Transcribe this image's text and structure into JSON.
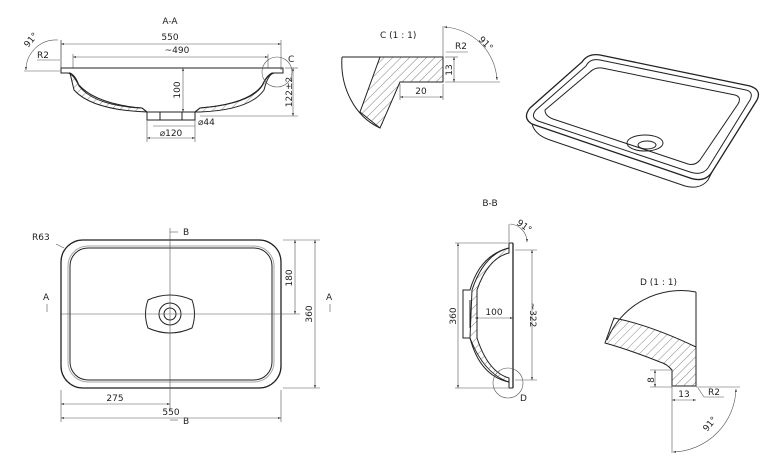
{
  "section_aa": {
    "title": "A-A",
    "dim_width": "550",
    "dim_inner_width": "~490",
    "dim_depth": "100",
    "dim_height": "122±2",
    "dim_drain_inner": "⌀44",
    "dim_drain_outer": "⌀120",
    "radius": "R2",
    "angle": "91°",
    "detail_marker": "C"
  },
  "detail_c": {
    "title": "C  (1 : 1)",
    "radius": "R2",
    "angle": "91°",
    "dim_height": "13",
    "dim_width": "20"
  },
  "plan_view": {
    "radius": "R63",
    "section_b": "B",
    "section_a": "A",
    "dim_half_depth": "180",
    "dim_depth": "360",
    "dim_half_width": "275",
    "dim_width": "550"
  },
  "section_bb": {
    "title": "B-B",
    "dim_depth": "360",
    "dim_bowl": "100",
    "dim_inner": "~322",
    "angle": "91°",
    "detail_marker": "D"
  },
  "detail_d": {
    "title": "D  (1 : 1)",
    "dim_height": "8",
    "dim_width": "13",
    "radius": "R2",
    "angle": "91°"
  }
}
